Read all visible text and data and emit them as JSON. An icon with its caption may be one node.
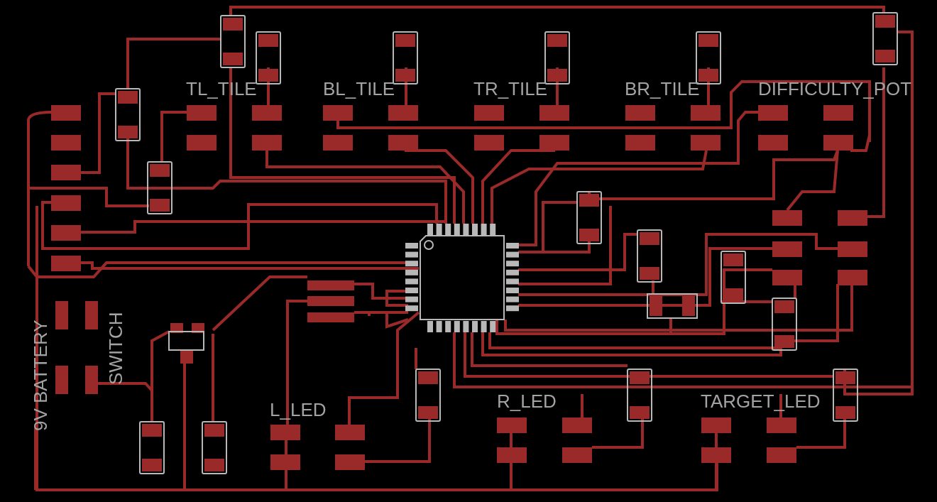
{
  "diagram": {
    "labels": [
      "TL_TILE",
      "BL_TILE",
      "TR_TILE",
      "BR_TILE",
      "DIFFICULTY_POT",
      "9V BATTERY",
      "SWITCH",
      "R_LED",
      "TARGET_LED",
      "L_LED"
    ]
  }
}
